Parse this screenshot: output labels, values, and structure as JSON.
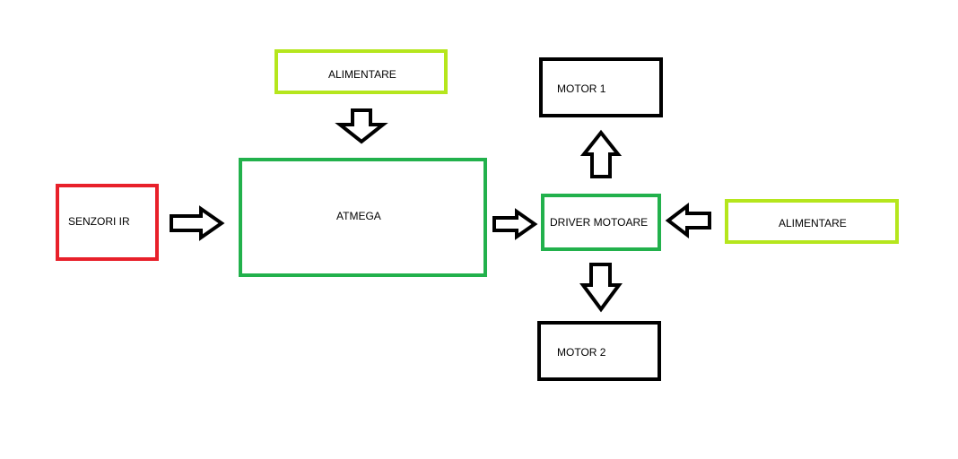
{
  "nodes": {
    "senzori": {
      "label": "SENZORI IR",
      "color": "#e8202a"
    },
    "alimentare_top": {
      "label": "ALIMENTARE",
      "color": "#b5e61d"
    },
    "atmega": {
      "label": "ATMEGA",
      "color": "#22b14c"
    },
    "driver": {
      "label": "DRIVER MOTOARE",
      "color": "#22b14c"
    },
    "alimentare_right": {
      "label": "ALIMENTARE",
      "color": "#b5e61d"
    },
    "motor1": {
      "label": "MOTOR 1",
      "color": "#000000"
    },
    "motor2": {
      "label": "MOTOR 2",
      "color": "#000000"
    }
  },
  "edges": [
    {
      "from": "senzori",
      "to": "atmega"
    },
    {
      "from": "alimentare_top",
      "to": "atmega"
    },
    {
      "from": "atmega",
      "to": "driver"
    },
    {
      "from": "alimentare_right",
      "to": "driver"
    },
    {
      "from": "driver",
      "to": "motor1"
    },
    {
      "from": "driver",
      "to": "motor2"
    }
  ]
}
